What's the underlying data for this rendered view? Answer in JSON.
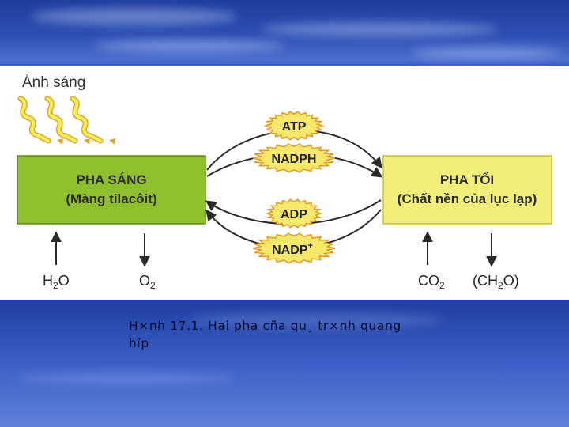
{
  "diagram": {
    "light": {
      "label": "Ánh sáng"
    },
    "light_phase": {
      "title": "PHA SÁNG",
      "subtitle": "(Màng tilacôit)",
      "color": "#8fbf2e"
    },
    "dark_phase": {
      "title": "PHA TỐI",
      "subtitle": "(Chất nền của lục lạp)",
      "color": "#f1ee79"
    },
    "carriers": {
      "atp": "ATP",
      "nadph": "NADPH",
      "adp": "ADP",
      "nadp": "NADP",
      "nadp_sup": "+"
    },
    "inputs_outputs": {
      "h2o": {
        "a": "H",
        "sub": "2",
        "b": "O"
      },
      "o2": {
        "a": "O",
        "sub": "2",
        "b": ""
      },
      "co2": {
        "a": "CO",
        "sub": "2",
        "b": ""
      },
      "ch2o": {
        "a": "(CH",
        "sub": "2",
        "b": "O)"
      }
    },
    "burst_color": "#f6e86a",
    "burst_edge": "#e39a2a"
  },
  "caption": {
    "line1": "H×nh 17.1. Hai pha cña qu¸ tr×nh quang",
    "line2": "hîp"
  }
}
